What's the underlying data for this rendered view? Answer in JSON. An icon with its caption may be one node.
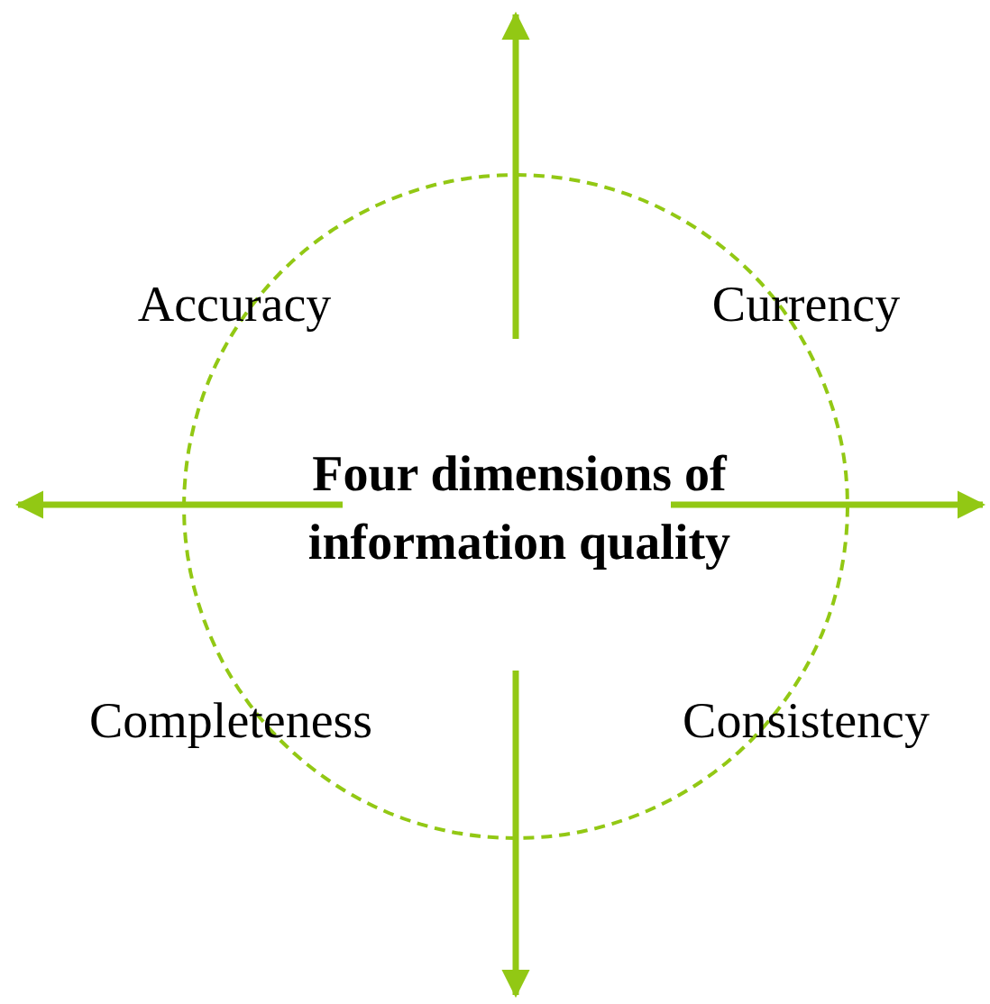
{
  "diagram": {
    "nodes": [
      {
        "text": [
          "Four dimensions of information quality"
        ]
      }
    ],
    "labels": [
      "Accuracy",
      "Currency",
      "Completeness",
      "Consistency"
    ]
  }
}
